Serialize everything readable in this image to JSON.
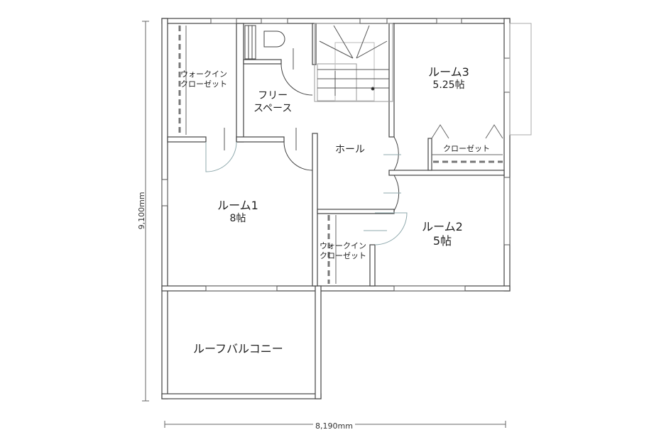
{
  "rooms": {
    "wic1": {
      "line1": "ウォークイン",
      "line2": "クローゼット"
    },
    "free_space": {
      "line1": "フリー",
      "line2": "スペース"
    },
    "hall": {
      "name": "ホール"
    },
    "room3": {
      "name": "ルーム3",
      "size": "5.25帖"
    },
    "closet": {
      "name": "クローゼット"
    },
    "room1": {
      "name": "ルーム1",
      "size": "8帖"
    },
    "room2": {
      "name": "ルーム2",
      "size": "5帖"
    },
    "wic2": {
      "line1": "ウォークイン",
      "line2": "クローゼット"
    },
    "balcony": {
      "name": "ルーフバルコニー"
    }
  },
  "dimensions": {
    "height": "9,100mm",
    "width": "8,190mm"
  },
  "colors": {
    "wall": "#444444",
    "door_swing": "#8fa9ad",
    "dim": "#666666"
  }
}
